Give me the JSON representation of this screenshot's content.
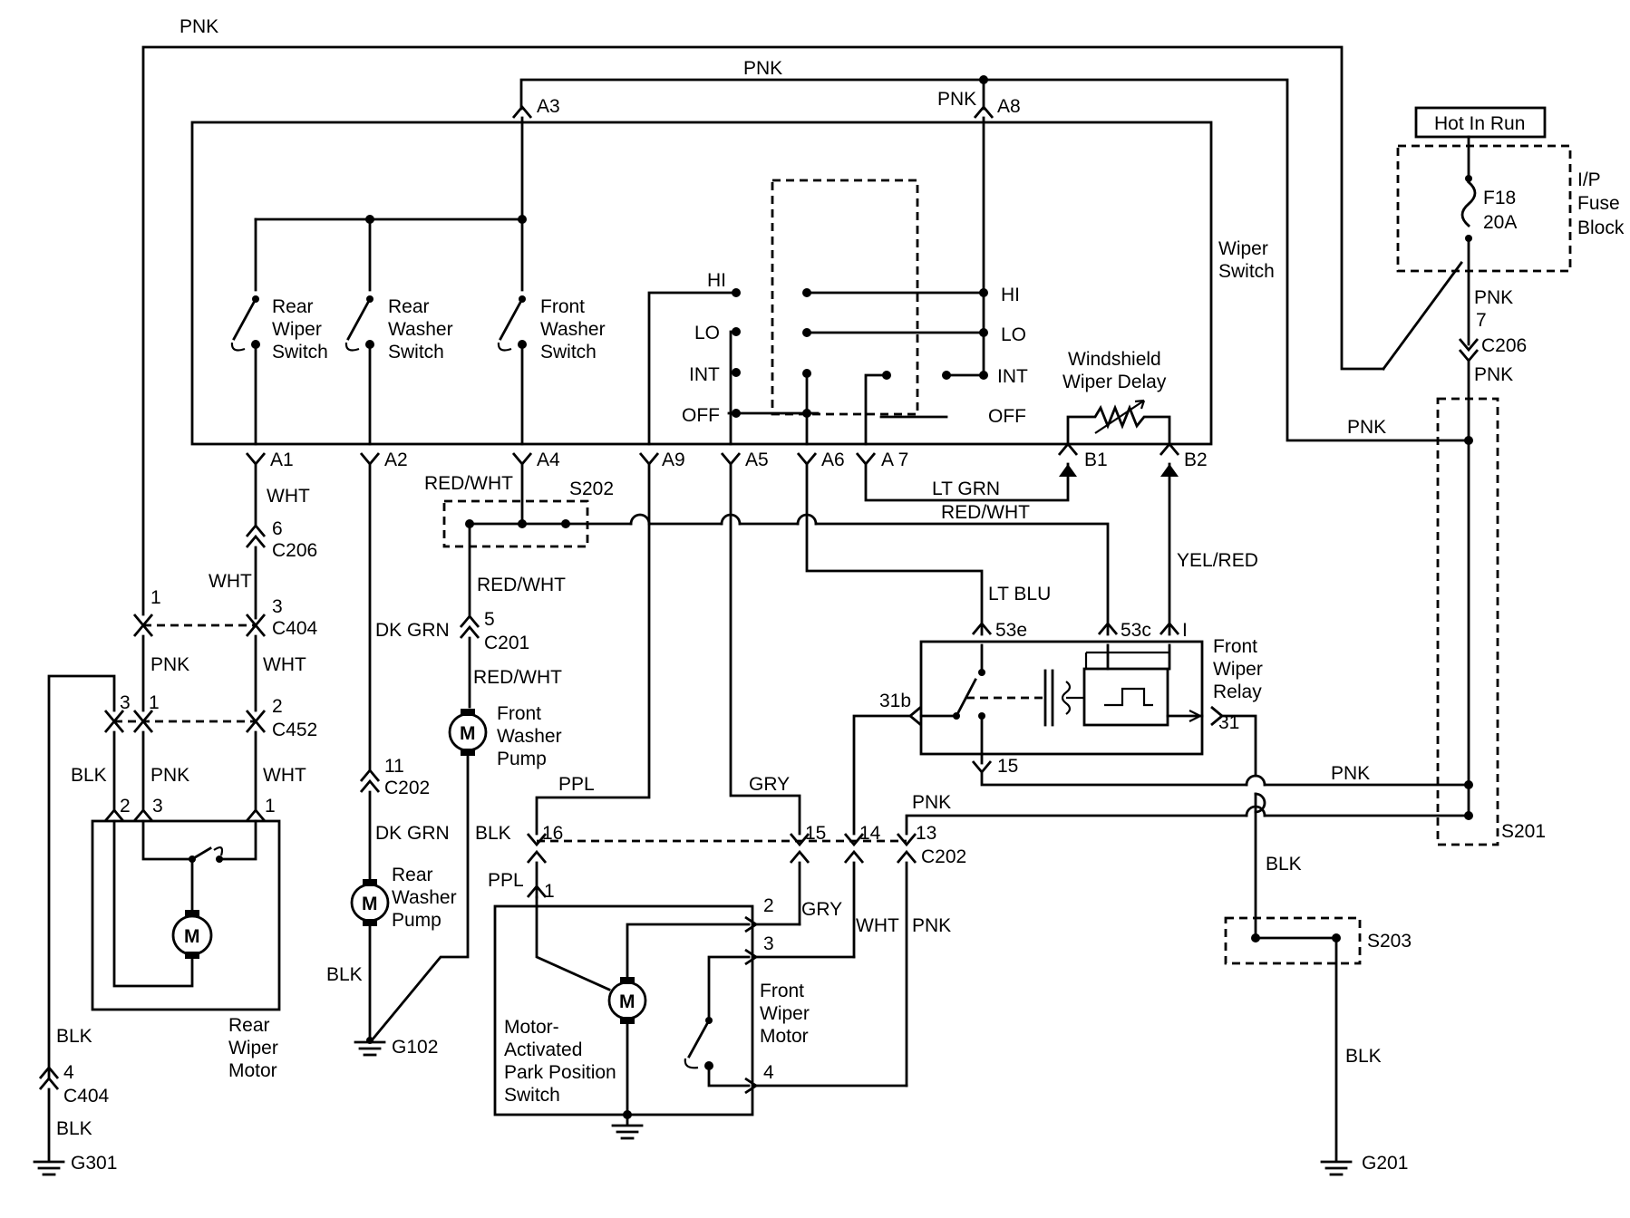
{
  "wire_colors": {
    "pnk": "PNK",
    "wht": "WHT",
    "blk": "BLK",
    "red_wht": "RED/WHT",
    "dk_grn": "DK GRN",
    "lt_grn": "LT GRN",
    "lt_blu": "LT BLU",
    "yel_red": "YEL/RED",
    "ppl": "PPL",
    "gry": "GRY"
  },
  "components": {
    "hot_in_run": "Hot In Run",
    "fuse_block": [
      "I/P",
      "Fuse",
      "Block"
    ],
    "fuse": [
      "F18",
      "20A"
    ],
    "wiper_switch": [
      "Wiper",
      "Switch"
    ],
    "rear_wiper_switch": [
      "Rear",
      "Wiper",
      "Switch"
    ],
    "rear_washer_switch": [
      "Rear",
      "Washer",
      "Switch"
    ],
    "front_washer_switch": [
      "Front",
      "Washer",
      "Switch"
    ],
    "windshield_delay": [
      "Windshield",
      "Wiper Delay"
    ],
    "front_wiper_relay": [
      "Front",
      "Wiper",
      "Relay"
    ],
    "front_washer_pump": [
      "Front",
      "Washer",
      "Pump"
    ],
    "rear_washer_pump": [
      "Rear",
      "Washer",
      "Pump"
    ],
    "rear_wiper_motor": [
      "Rear",
      "Wiper",
      "Motor"
    ],
    "front_wiper_motor": [
      "Front",
      "Wiper",
      "Motor"
    ],
    "park_switch": [
      "Motor-",
      "Activated",
      "Park Position",
      "Switch"
    ],
    "motor_symbol": "M"
  },
  "switch_positions": {
    "hi": "HI",
    "lo": "LO",
    "int": "INT",
    "off": "OFF"
  },
  "connectors": {
    "C206": "C206",
    "C404": "C404",
    "C452": "C452",
    "C201": "C201",
    "C202": "C202"
  },
  "splices": {
    "S201": "S201",
    "S202": "S202",
    "S203": "S203"
  },
  "grounds": {
    "G102": "G102",
    "G201": "G201",
    "G301": "G301"
  },
  "pins": {
    "A1": "A1",
    "A2": "A2",
    "A3": "A3",
    "A4": "A4",
    "A5": "A5",
    "A6": "A6",
    "A7": "A 7",
    "A8": "A8",
    "A9": "A9",
    "B1": "B1",
    "B2": "B2",
    "r53e": "53e",
    "r53c": "53c",
    "rI": "I",
    "r31b": "31b",
    "r31": "31",
    "r15": "15",
    "n1": "1",
    "n2": "2",
    "n3": "3",
    "n4": "4",
    "n5": "5",
    "n6": "6",
    "n7": "7",
    "n11": "11",
    "n13": "13",
    "n14": "14",
    "n15": "15",
    "n16": "16"
  }
}
